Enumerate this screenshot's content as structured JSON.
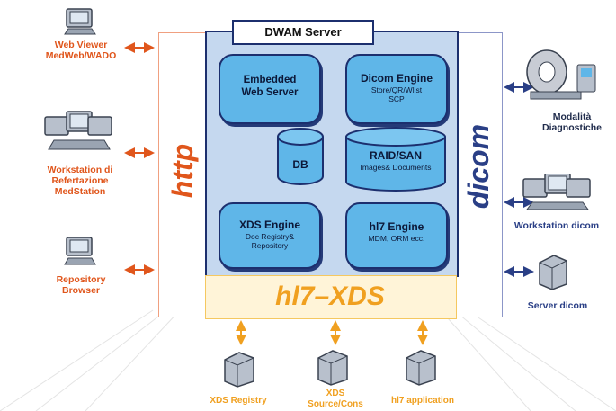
{
  "server": {
    "title": "DWAM Server"
  },
  "protocols": {
    "http": "http",
    "dicom": "dicom",
    "hl7xds": "hl7–XDS"
  },
  "components": [
    {
      "title": "Embedded Web Server",
      "subtitle": ""
    },
    {
      "title": "Dicom Engine",
      "subtitle": "Store/QR/Wlist SCP"
    },
    {
      "title": "DB",
      "subtitle": ""
    },
    {
      "title": "RAID/SAN",
      "subtitle": "Images& Documents"
    },
    {
      "title": "XDS Engine",
      "subtitle": "Doc Registry& Repository"
    },
    {
      "title": "hl7 Engine",
      "subtitle": "MDM, ORM ecc."
    }
  ],
  "clients_left": [
    "Web Viewer MedWeb/WADO",
    "Workstation di Refertazione MedStation",
    "Repository Browser"
  ],
  "clients_right": [
    "Modalità Diagnostiche",
    "Workstation dicom",
    "Server dicom"
  ],
  "clients_bottom": [
    "XDS Registry",
    "XDS Source/Cons",
    "hl7 application"
  ],
  "colors": {
    "orange": "#e0561c",
    "blue": "#2a3f86",
    "yellow": "#f0a020",
    "box": "#5fb6e8",
    "server_bg": "#c5d8ef"
  },
  "icons": [
    "computer-icon",
    "workstation-icon",
    "server-icon",
    "modality-icon",
    "arrow-icon"
  ]
}
